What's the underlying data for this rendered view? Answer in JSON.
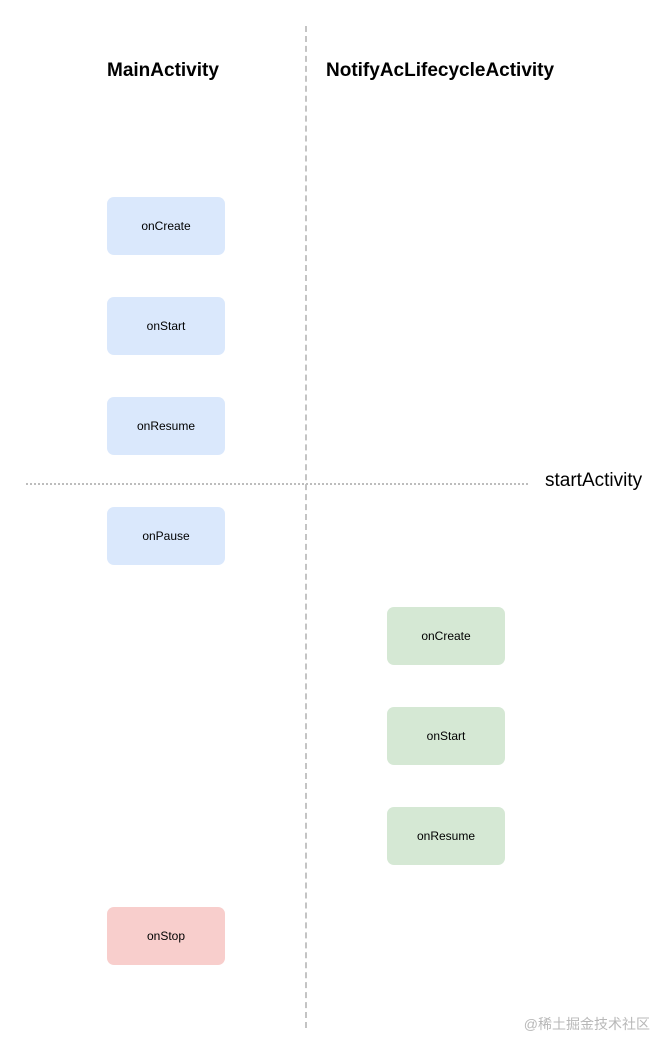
{
  "columns": {
    "left_title": "MainActivity",
    "right_title": "NotifyAcLifecycleActivity"
  },
  "divider_label": "startActivity",
  "main_activity": {
    "on_create": "onCreate",
    "on_start": "onStart",
    "on_resume": "onResume",
    "on_pause": "onPause",
    "on_stop": "onStop"
  },
  "notify_activity": {
    "on_create": "onCreate",
    "on_start": "onStart",
    "on_resume": "onResume"
  },
  "colors": {
    "main_box": "#dae8fc",
    "notify_box": "#d5e8d4",
    "stop_box": "#f8cecc"
  },
  "watermark": "@稀土掘金技术社区"
}
